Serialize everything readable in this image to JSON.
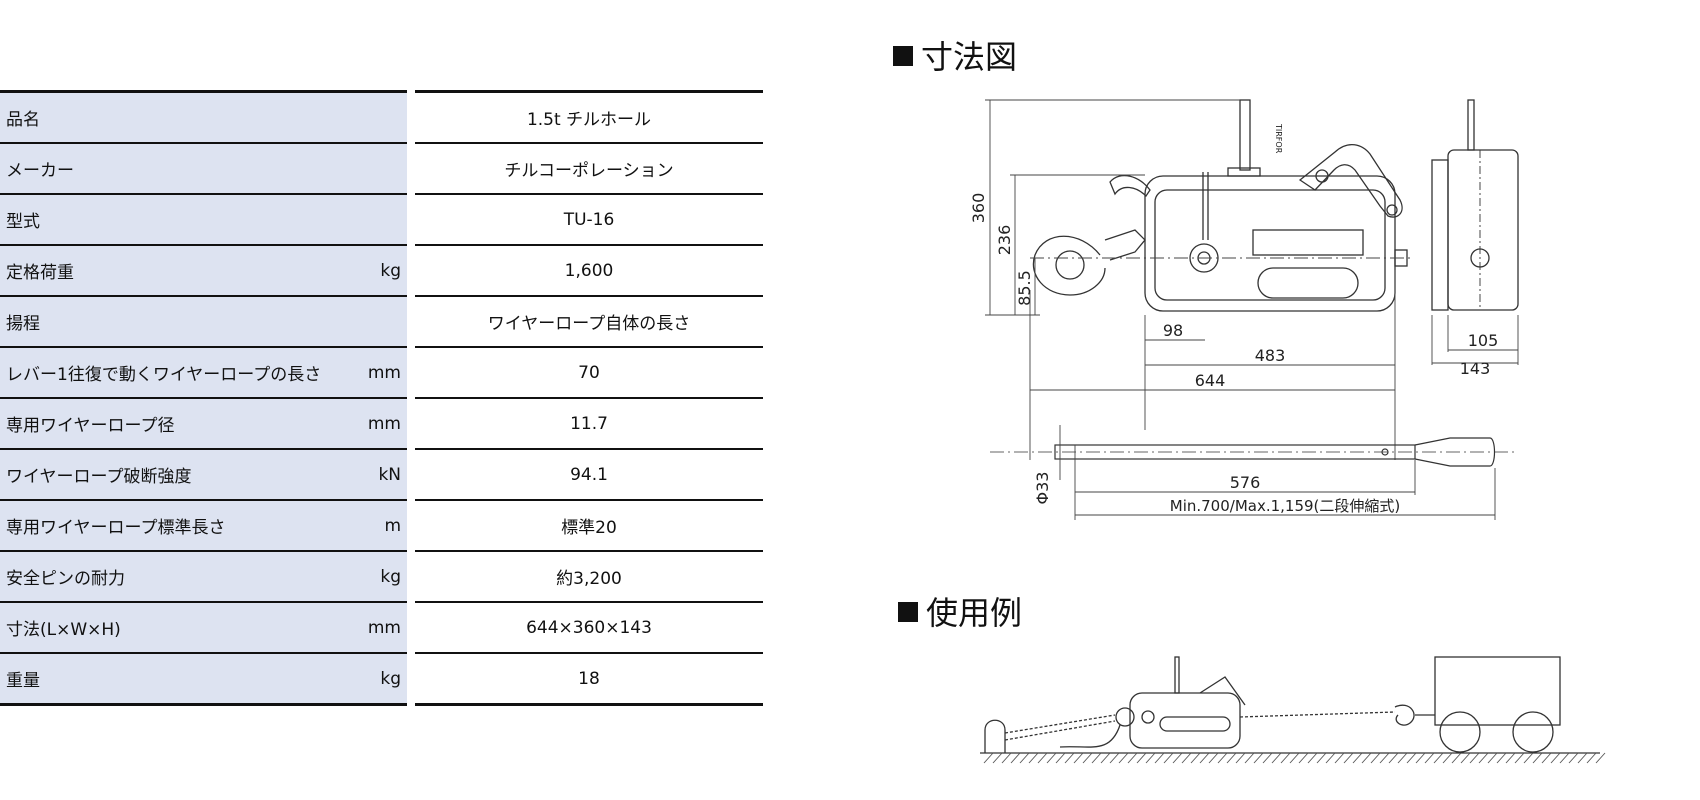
{
  "spec_table": {
    "rows": [
      {
        "label": "品名",
        "unit": "",
        "value": "1.5t チルホール"
      },
      {
        "label": "メーカー",
        "unit": "",
        "value": "チルコーポレーション"
      },
      {
        "label": "型式",
        "unit": "",
        "value": "TU-16"
      },
      {
        "label": "定格荷重",
        "unit": "kg",
        "value": "1,600"
      },
      {
        "label": "揚程",
        "unit": "",
        "value": "ワイヤーロープ自体の長さ"
      },
      {
        "label": "レバー1往復で動くワイヤーロープの長さ",
        "unit": "mm",
        "value": "70"
      },
      {
        "label": "専用ワイヤーロープ径",
        "unit": "mm",
        "value": "11.7"
      },
      {
        "label": "ワイヤーロープ破断強度",
        "unit": "kN",
        "value": "94.1"
      },
      {
        "label": "専用ワイヤーロープ標準長さ",
        "unit": "m",
        "value": "標準20"
      },
      {
        "label": "安全ピンの耐力",
        "unit": "kg",
        "value": "約3,200"
      },
      {
        "label": "寸法(L×W×H)",
        "unit": "mm",
        "value": "644×360×143"
      },
      {
        "label": "重量",
        "unit": "kg",
        "value": "18"
      }
    ]
  },
  "dimension_section": {
    "title": "寸法図",
    "labels": {
      "height_total": "360",
      "height_body": "236",
      "height_hook": "85.5",
      "hook_offset": "98",
      "body_length": "483",
      "total_length": "644",
      "side_inner": "105",
      "side_outer": "143",
      "handle_diameter": "Φ33",
      "handle_length": "576",
      "handle_range": "Min.700/Max.1,159(二段伸縮式)",
      "brand_mark": "TIRFOR"
    }
  },
  "usage_section": {
    "title": "使用例"
  }
}
